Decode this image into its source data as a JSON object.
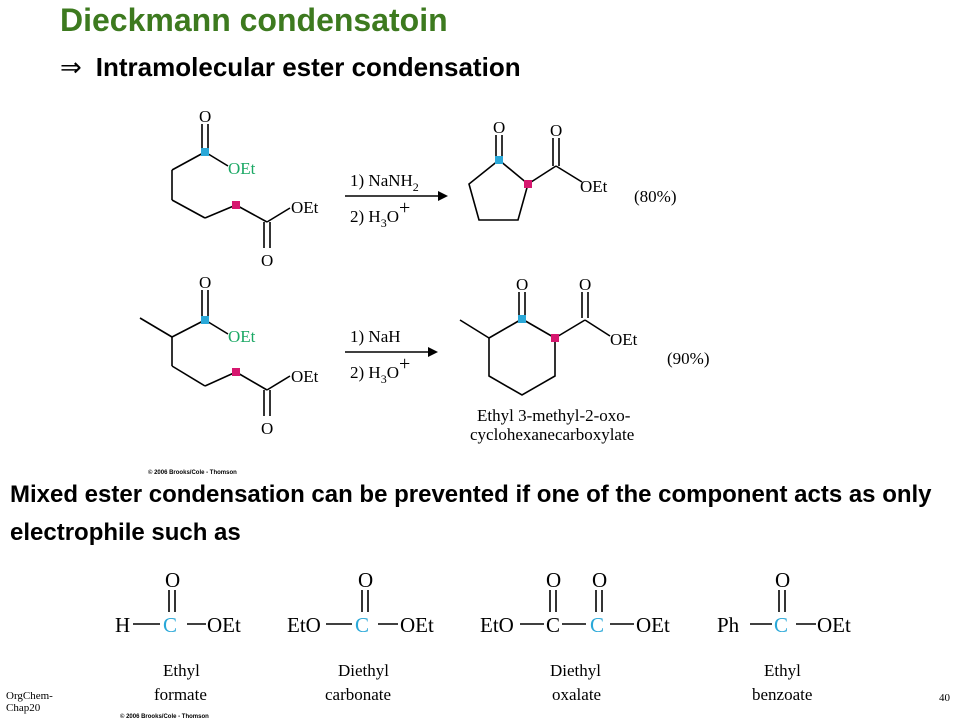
{
  "slide": {
    "title": "Dieckmann condensatoin",
    "subtitle_arrow": "⇒",
    "subtitle": "Intramolecular ester condensation",
    "body": "Mixed ester condensation can be prevented if one of the component acts as only electrophile such as",
    "footer_left": "OrgChem-Chap20",
    "page_number": "40",
    "copyright": "© 2006 Brooks/Cole - Thomson"
  },
  "reaction1": {
    "reagent1": "1) NaNH",
    "reagent1_sub": "2",
    "reagent2a": "2) H",
    "reagent2_sub": "3",
    "reagent2b": "O",
    "reagent2_sup": "+",
    "yield": "(80%)"
  },
  "reaction2": {
    "reagent1": "1) NaH",
    "reagent2a": "2) H",
    "reagent2_sub": "3",
    "reagent2b": "O",
    "reagent2_sup": "+",
    "yield": "(90%)",
    "product_name_line1": "Ethyl 3-methyl-2-oxo-",
    "product_name_line2": "cyclohexanecarboxylate"
  },
  "labels": {
    "O": "O",
    "OEt": "OEt",
    "C": "C",
    "H": "H",
    "EtO": "EtO",
    "Ph": "Ph"
  },
  "electrophiles": [
    {
      "name_line1": "Ethyl",
      "name_line2": "formate"
    },
    {
      "name_line1": "Diethyl",
      "name_line2": "carbonate"
    },
    {
      "name_line1": "Diethyl",
      "name_line2": "oxalate"
    },
    {
      "name_line1": "Ethyl",
      "name_line2": "benzoate"
    }
  ],
  "colors": {
    "title": "#3d7a1f",
    "cyan_marker": "#2aa8d8",
    "magenta_marker": "#d6176f",
    "green_text": "#1aa864",
    "carbon_blue": "#2aa8d8"
  }
}
